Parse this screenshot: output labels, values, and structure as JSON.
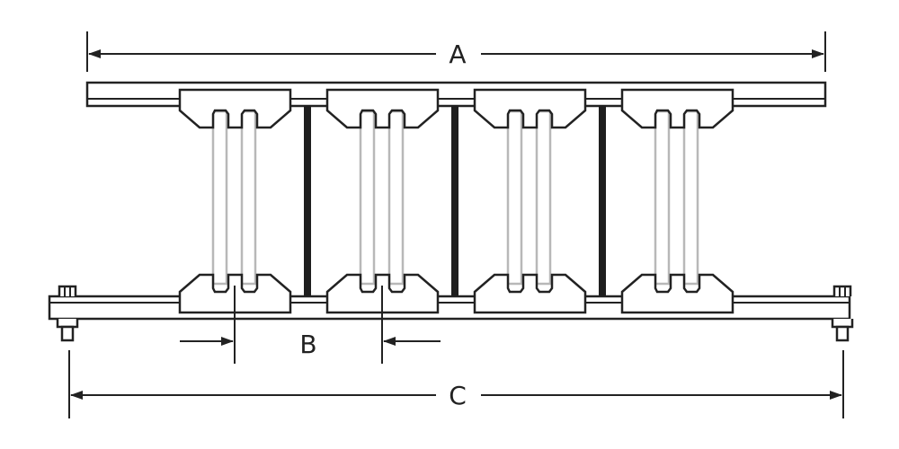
{
  "diagram": {
    "dimension_labels": {
      "a": "A",
      "b": "B",
      "c": "C"
    },
    "unit_count": 4,
    "colors": {
      "line": "#222222",
      "glass": "#b8b8b8",
      "spacer": "#1e1e1e"
    }
  }
}
